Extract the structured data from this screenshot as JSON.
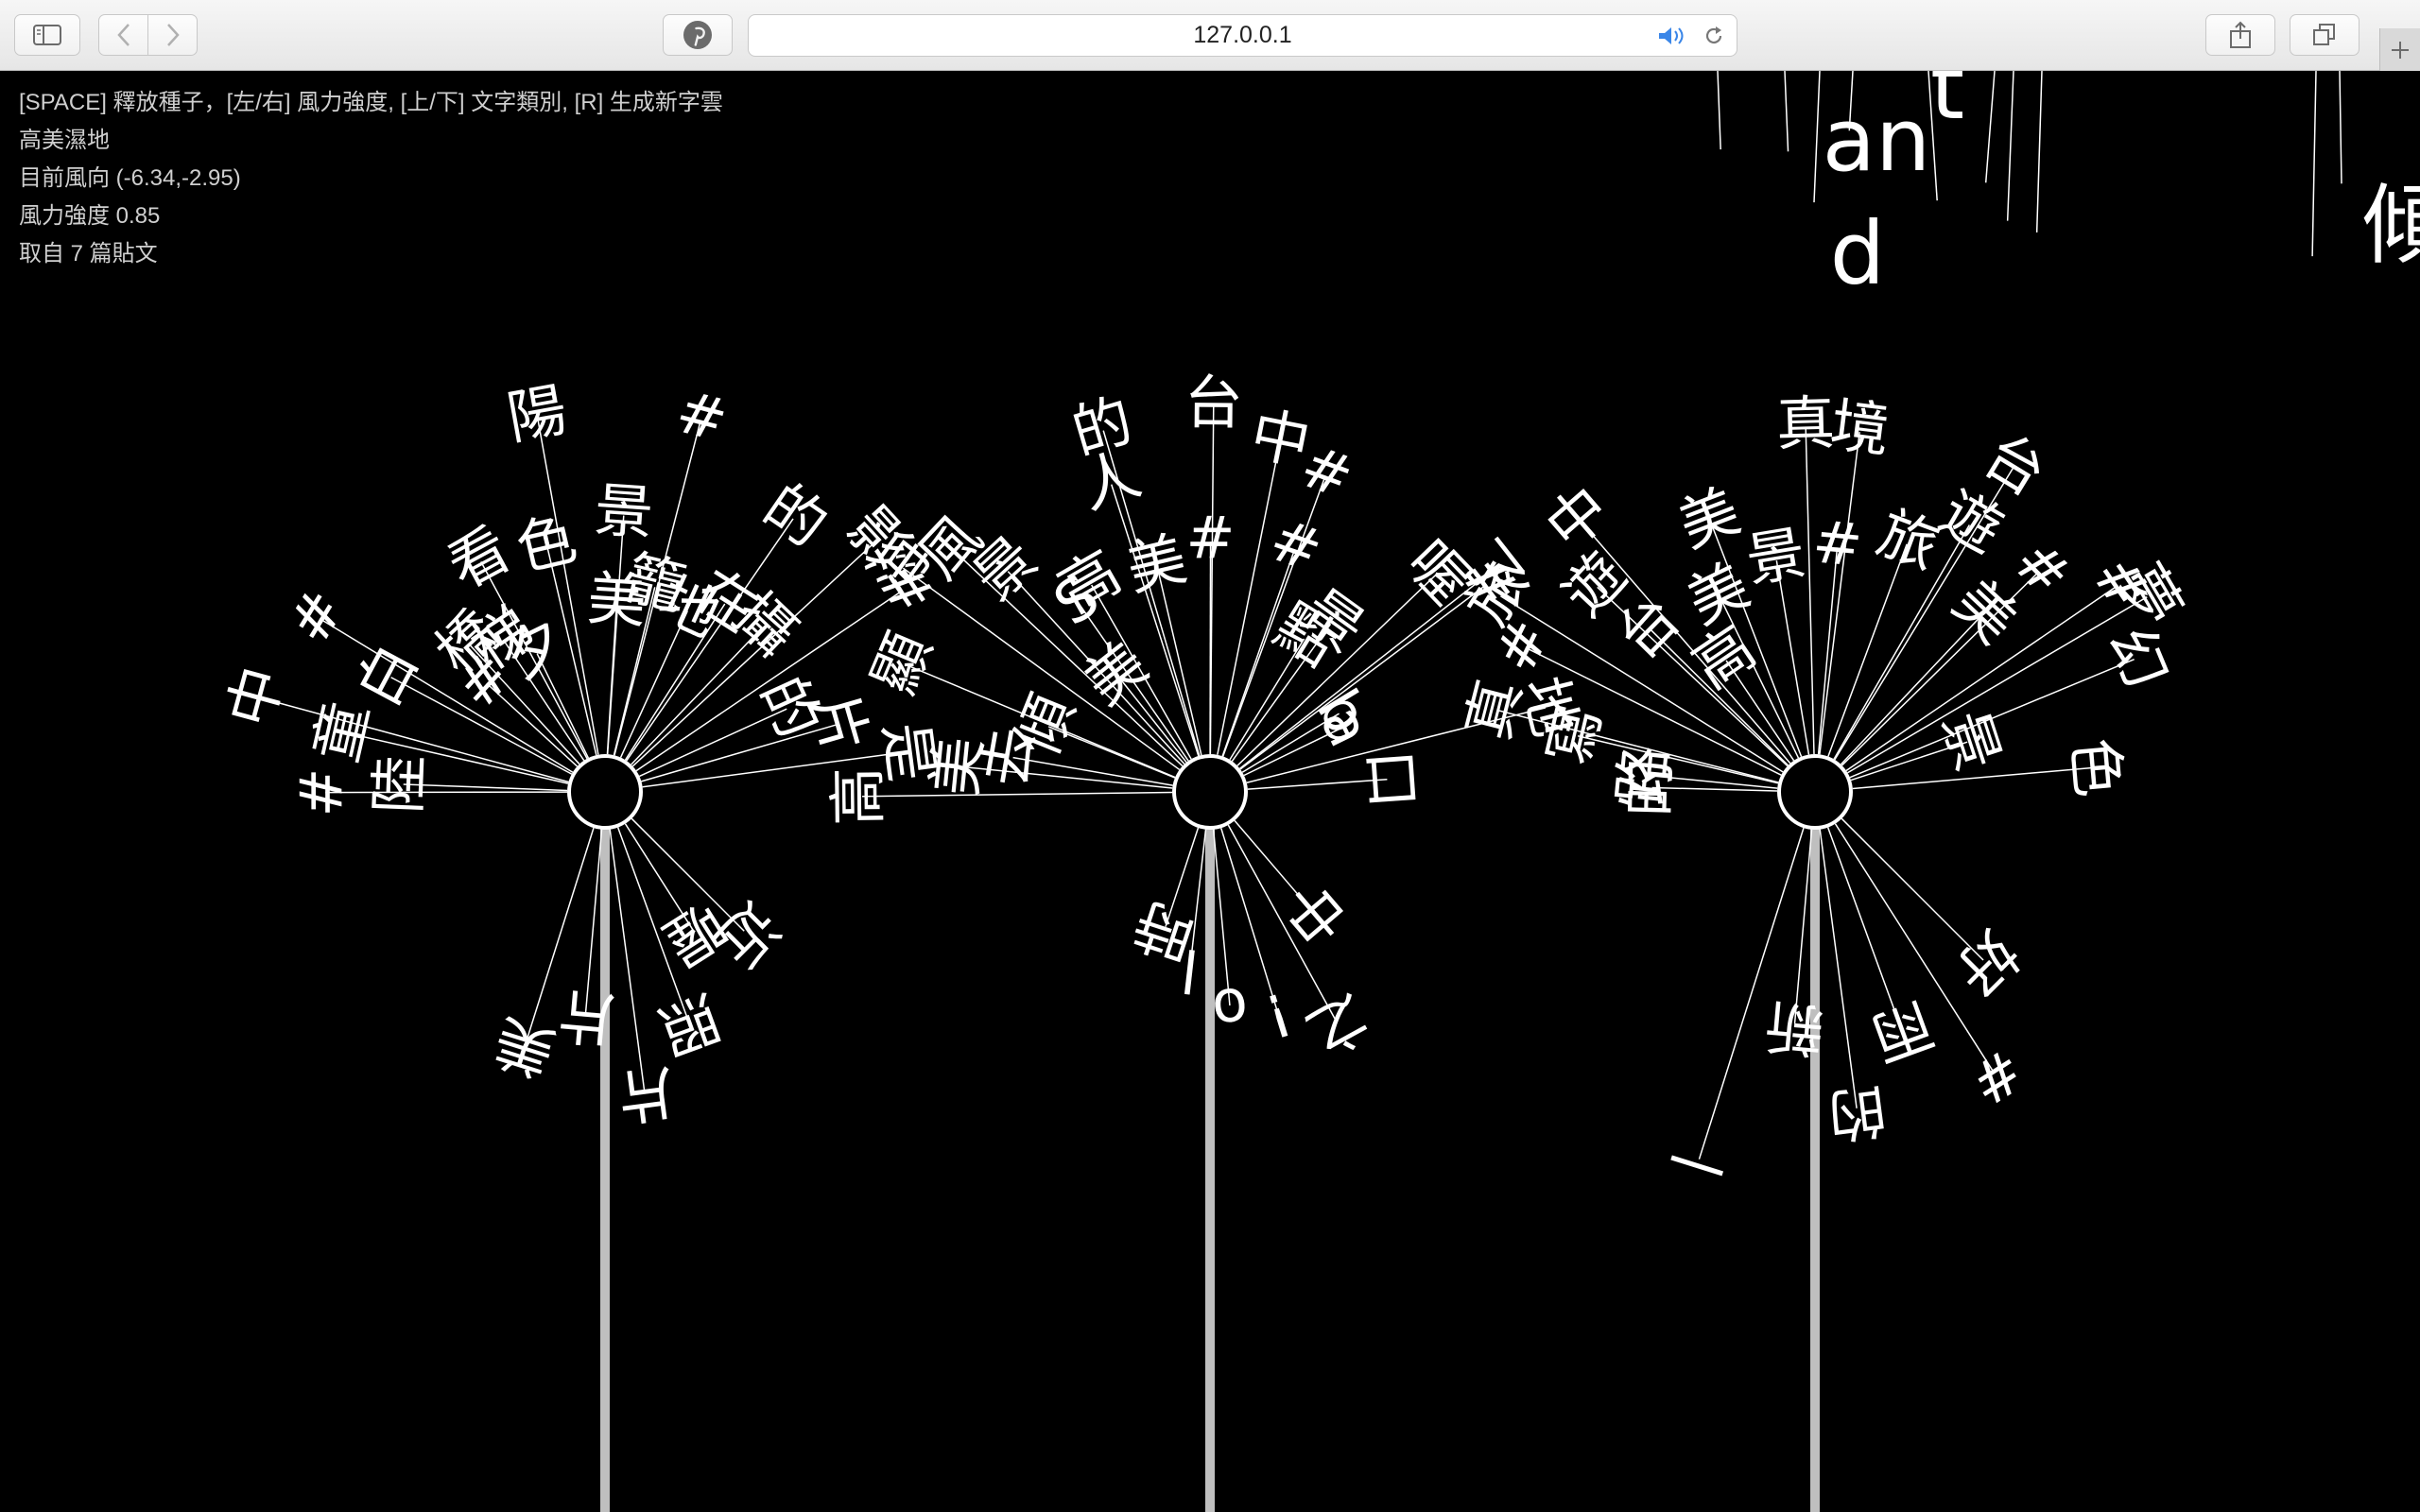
{
  "browser": {
    "url": "127.0.0.1",
    "buttons": {
      "sidebar": "sidebar-icon",
      "back": "chevron-left-icon",
      "forward": "chevron-right-icon",
      "pinterest": "pinterest-icon",
      "audio": "speaker-icon",
      "reload": "reload-icon",
      "share": "share-icon",
      "tabs": "tabs-overview-icon",
      "new_tab": "plus-icon"
    }
  },
  "hud": {
    "instructions": "[SPACE] 釋放種子，[左/右] 風力強度, [上/下] 文字類別, [R] 生成新字雲",
    "category": "高美濕地",
    "wind_direction": "目前風向 (-6.34,-2.95)",
    "wind_strength": "風力強度 0.85",
    "source_count": "取自 7 篇貼文"
  },
  "scene": {
    "colors": {
      "background": "#000000",
      "stroke": "#ffffff",
      "stem": "#bfbfbf"
    },
    "dandelions": [
      {
        "name": "dandelion-left",
        "seeds": [
          "#",
          "陸",
          "童",
          "中",
          "白",
          "#",
          "#",
          "橋",
          "梯",
          "看",
          "夕",
          "陽",
          "色",
          "美",
          "景",
          "籠",
          "#",
          "地",
          "在",
          "的",
          "攝",
          "影",
          "#",
          "的",
          "片",
          "是",
          "近",
          "喔",
          "照",
          "片",
          "片",
          "美"
        ]
      },
      {
        "name": "dandelion-middle",
        "seeds": [
          "高",
          "美",
          "去",
          "傾",
          "顯",
          "海",
          "風",
          "景",
          "美",
          "S",
          "高",
          "人",
          "的",
          "美",
          "#",
          "台",
          "中",
          "#",
          "#",
          "景",
          "點",
          "喔",
          "了",
          "#",
          "b",
          "a",
          "地",
          "口",
          "中",
          "之",
          "!",
          "o",
          "l",
          "時"
        ]
      },
      {
        "name": "dandelion-right",
        "seeds": [
          "的",
          "路",
          "寫",
          "真",
          "#",
          "旅",
          "遊",
          "台",
          "中",
          "高",
          "美",
          "美",
          "景",
          "真",
          "#",
          "境",
          "旅",
          "遊",
          "台",
          "美",
          "#",
          "#",
          "夢",
          "幻",
          "景",
          "色",
          "好",
          "#",
          "雨",
          "的",
          "新",
          "一"
        ]
      }
    ],
    "drifting_seeds": [
      "an",
      "d",
      "t",
      "傾"
    ]
  }
}
